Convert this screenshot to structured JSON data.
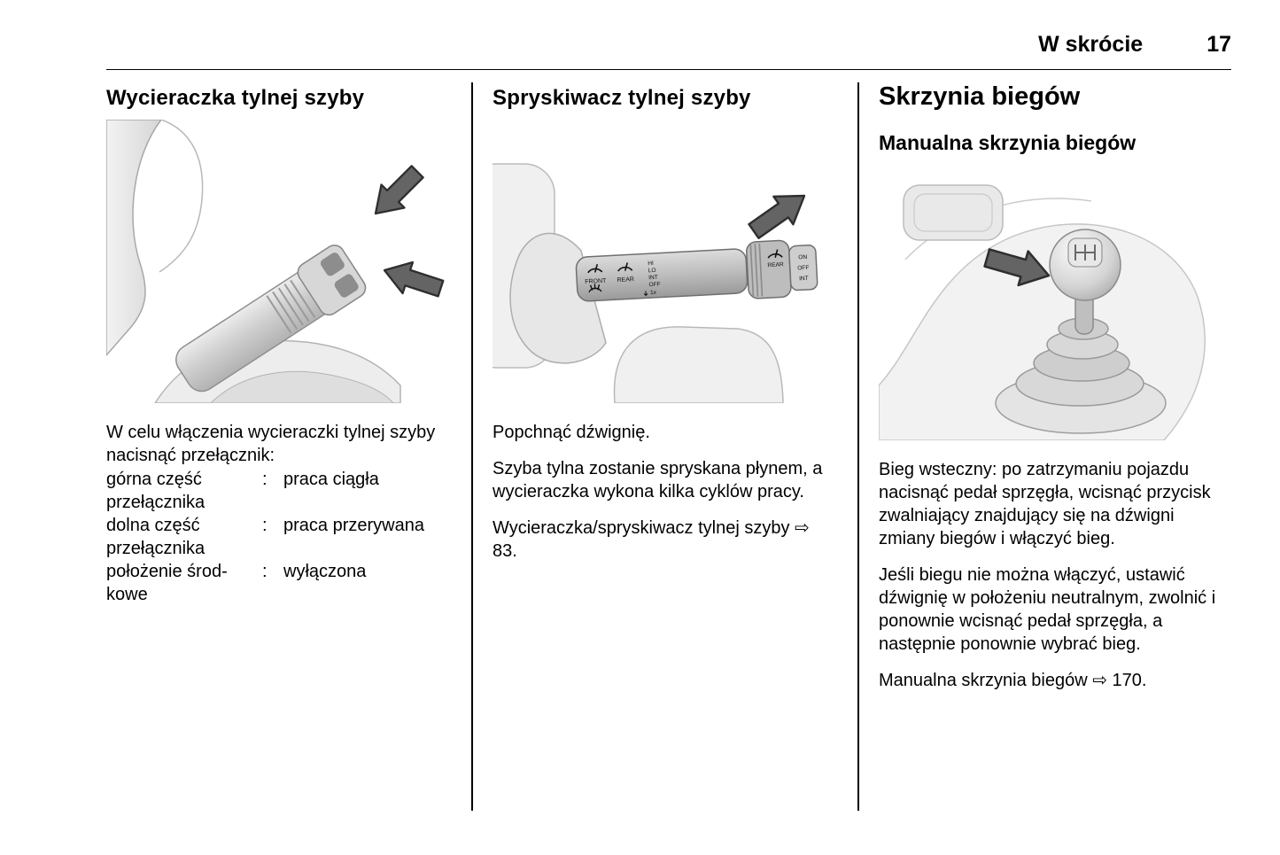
{
  "header": {
    "section_title": "W skrócie",
    "page_number": "17"
  },
  "columns": [
    {
      "heading": "Wycieraczka tylnej szyby",
      "intro": "W celu włączenia wycieraczki tylnej szyby nacisnąć przełącznik:",
      "switch_table": [
        {
          "term": "górna część przełącznika",
          "colon": ":",
          "definition": "praca ciągła"
        },
        {
          "term": "dolna część przełącznika",
          "colon": ":",
          "definition": "praca przerywana"
        },
        {
          "term": "położenie środ­kowe",
          "colon": ":",
          "definition": "wyłączona"
        }
      ]
    },
    {
      "heading": "Spryskiwacz tylnej szyby",
      "paragraphs": [
        "Popchnąć dźwignię.",
        "Szyba tylna zostanie spryskana płynem, a wycieraczka wykona kilka cyklów pracy.",
        "Wycieraczka/spryskiwacz tylnej szyby ⇨ 83."
      ]
    },
    {
      "heading": "Skrzynia biegów",
      "subheading": "Manualna skrzynia biegów",
      "paragraphs": [
        "Bieg wsteczny: po zatrzymaniu pojazdu nacisnąć pedał sprzęgła, wcisnąć przycisk zwalniający znajdujący się na dźwigni zmiany biegów i włączyć bieg.",
        "Jeśli biegu nie można włączyć, ustawić dźwignię w położeniu neutralnym, zwolnić i ponownie wcisnąć pedał sprzęgła, a następnie ponownie wybrać bieg.",
        "Manualna skrzynia biegów ⇨ 170."
      ]
    }
  ],
  "figures": {
    "washer_stalk": {
      "labels": {
        "front": "FRONT",
        "rear": "REAR",
        "hi": "HI",
        "lo": "LO",
        "int": "INT",
        "off": "OFF",
        "once": "1x",
        "collar_rear": "REAR",
        "collar_on": "ON",
        "collar_off": "OFF",
        "collar_int": "INT"
      }
    }
  },
  "colors": {
    "page_background": "#ffffff",
    "text": "#000000",
    "rule": "#000000",
    "figure_arrow": "#646464",
    "figure_gray_light": "#ececec",
    "figure_gray_mid": "#c7c7c7"
  }
}
